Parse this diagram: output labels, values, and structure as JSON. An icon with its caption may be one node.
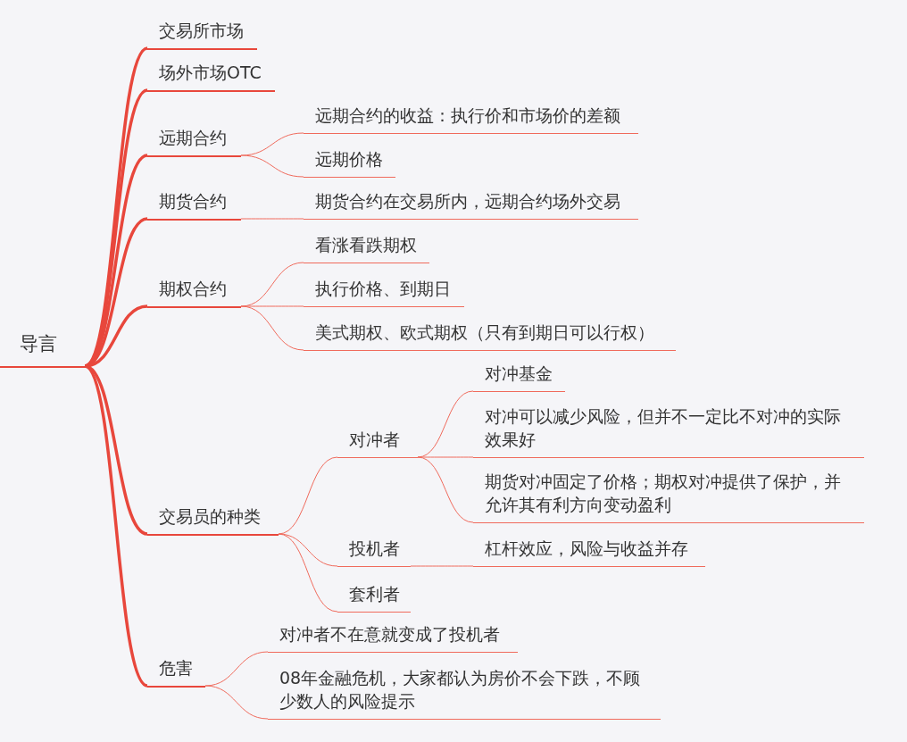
{
  "diagram": {
    "nodes": [
      {
        "text": [
          "导言"
        ]
      },
      {
        "text": [
          "交易所市场"
        ]
      },
      {
        "text": [
          "场外市场OTC"
        ]
      },
      {
        "text": [
          "远期合约"
        ]
      },
      {
        "text": [
          "远期合约的收益：执行价和市场价的差额"
        ]
      },
      {
        "text": [
          "远期价格"
        ]
      },
      {
        "text": [
          "期货合约"
        ]
      },
      {
        "text": [
          "期货合约在交易所内，远期合约场外交易"
        ]
      },
      {
        "text": [
          "期权合约"
        ]
      },
      {
        "text": [
          "看涨看跌期权"
        ]
      },
      {
        "text": [
          "执行价格、到期日"
        ]
      },
      {
        "text": [
          "美式期权、欧式期权（只有到期日可以行权）"
        ]
      },
      {
        "text": [
          "交易员的种类"
        ]
      },
      {
        "text": [
          "对冲者"
        ]
      },
      {
        "text": [
          "对冲基金"
        ]
      },
      {
        "text": [
          "对冲可以减少风险，但并不一定比不对冲的实际效果好"
        ]
      },
      {
        "text": [
          "期货对冲固定了价格；期权对冲提供了保护，并允许其有利方向变动盈利"
        ]
      },
      {
        "text": [
          "投机者"
        ]
      },
      {
        "text": [
          "杠杆效应，风险与收益并存"
        ]
      },
      {
        "text": [
          "套利者"
        ]
      },
      {
        "text": [
          "危害"
        ]
      },
      {
        "text": [
          "对冲者不在意就变成了投机者"
        ]
      },
      {
        "text": [
          "08年金融危机，大家都认为房价不会下跌，不顾少数人的风险提示"
        ]
      }
    ],
    "edges": [
      {
        "from": 0,
        "to": 1,
        "arrow": "none",
        "style": "thick"
      },
      {
        "from": 0,
        "to": 2,
        "arrow": "none",
        "style": "thick"
      },
      {
        "from": 0,
        "to": 3,
        "arrow": "none",
        "style": "thick"
      },
      {
        "from": 0,
        "to": 6,
        "arrow": "none",
        "style": "thick"
      },
      {
        "from": 0,
        "to": 8,
        "arrow": "none",
        "style": "thick"
      },
      {
        "from": 0,
        "to": 12,
        "arrow": "none",
        "style": "thick"
      },
      {
        "from": 0,
        "to": 20,
        "arrow": "none",
        "style": "thick"
      },
      {
        "from": 3,
        "to": 4,
        "arrow": "none"
      },
      {
        "from": 3,
        "to": 5,
        "arrow": "none"
      },
      {
        "from": 6,
        "to": 7,
        "arrow": "none"
      },
      {
        "from": 8,
        "to": 9,
        "arrow": "none"
      },
      {
        "from": 8,
        "to": 10,
        "arrow": "none"
      },
      {
        "from": 8,
        "to": 11,
        "arrow": "none"
      },
      {
        "from": 12,
        "to": 13,
        "arrow": "none"
      },
      {
        "from": 12,
        "to": 17,
        "arrow": "none"
      },
      {
        "from": 12,
        "to": 19,
        "arrow": "none"
      },
      {
        "from": 13,
        "to": 14,
        "arrow": "none"
      },
      {
        "from": 13,
        "to": 15,
        "arrow": "none"
      },
      {
        "from": 13,
        "to": 16,
        "arrow": "none"
      },
      {
        "from": 17,
        "to": 18,
        "arrow": "none"
      },
      {
        "from": 20,
        "to": 21,
        "arrow": "none"
      },
      {
        "from": 20,
        "to": 22,
        "arrow": "none"
      }
    ]
  }
}
